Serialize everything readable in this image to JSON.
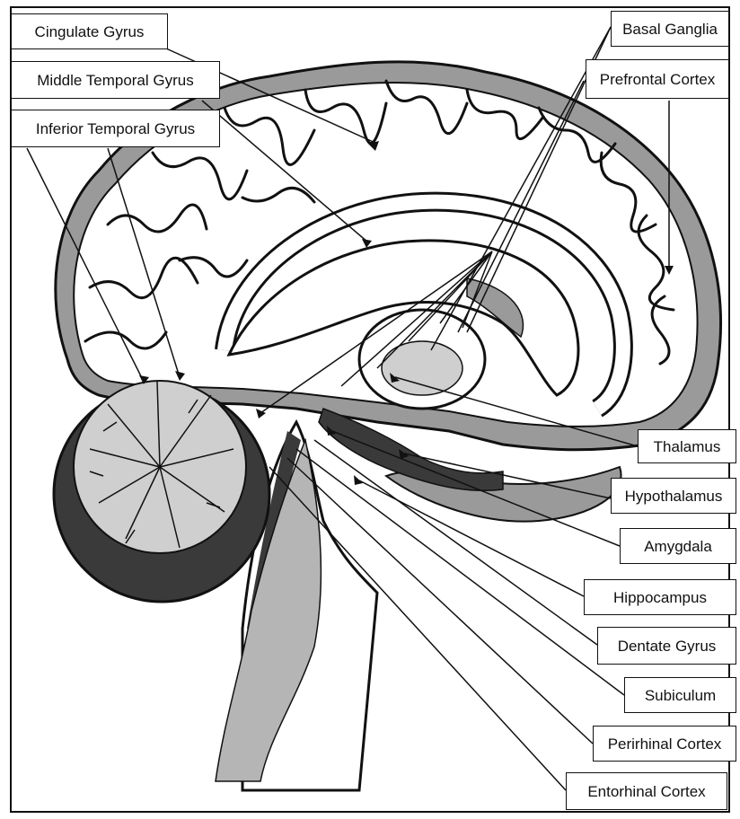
{
  "labels": {
    "cingulate": "Cingulate Gyrus",
    "middle_temporal": "Middle Temporal Gyrus",
    "inferior_temporal": "Inferior Temporal Gyrus",
    "basal_ganglia": "Basal Ganglia",
    "prefrontal": "Prefrontal Cortex",
    "thalamus": "Thalamus",
    "hypothalamus": "Hypothalamus",
    "amygdala": "Amygdala",
    "hippocampus": "Hippocampus",
    "dentate": "Dentate Gyrus",
    "subiculum": "Subiculum",
    "perirhinal": "Perirhinal Cortex",
    "entorhinal": "Entorhinal Cortex"
  },
  "colors": {
    "outline": "#111111",
    "gray_matter": "#9a9a9a",
    "light_fill": "#cfcfcf",
    "dark_fill": "#3a3a3a",
    "background": "#ffffff"
  }
}
